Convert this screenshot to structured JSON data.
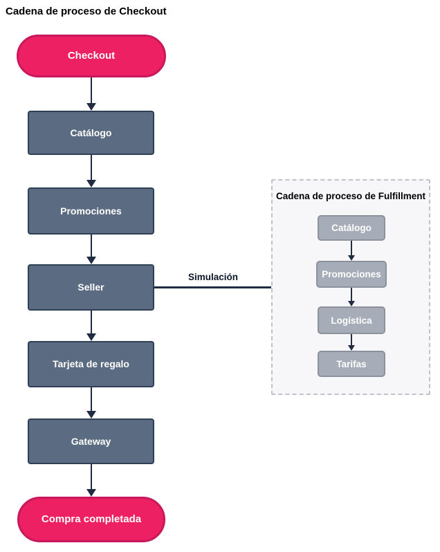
{
  "diagram": {
    "checkout_chain": {
      "title": "Cadena de proceso de Checkout",
      "nodes": [
        {
          "label": "Checkout",
          "type": "terminal"
        },
        {
          "label": "Catálogo",
          "type": "process"
        },
        {
          "label": "Promociones",
          "type": "process"
        },
        {
          "label": "Seller",
          "type": "process"
        },
        {
          "label": "Tarjeta de regalo",
          "type": "process"
        },
        {
          "label": "Gateway",
          "type": "process"
        },
        {
          "label": "Compra completada",
          "type": "terminal"
        }
      ]
    },
    "connector": {
      "label": "Simulación"
    },
    "fulfillment_chain": {
      "title": "Cadena de proceso de Fulfillment",
      "nodes": [
        {
          "label": "Catálogo"
        },
        {
          "label": "Promociones"
        },
        {
          "label": "Logística"
        },
        {
          "label": "Tarifas"
        }
      ]
    },
    "colors": {
      "terminal_fill": "#EC2063",
      "terminal_border": "#C9185B",
      "process_fill": "#5B6B81",
      "process_border": "#2E4053",
      "arrow": "#202C42",
      "subprocess_fill": "#A6ACB8",
      "subprocess_border": "#8C929C",
      "subgroup_background": "#F7F7F9",
      "subgroup_border": "#C2C2C6",
      "node_text": "#FFFFFF",
      "title_text": "#000000"
    }
  }
}
